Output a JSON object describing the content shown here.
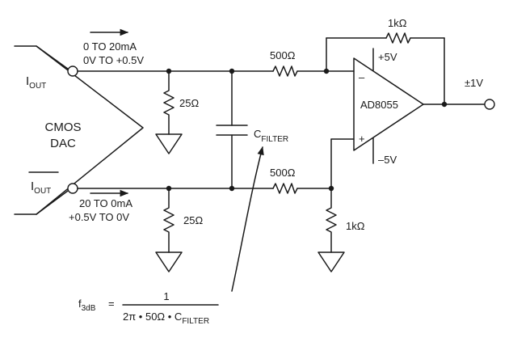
{
  "dac": {
    "label_line1": "CMOS",
    "label_line2": "DAC",
    "iout": {
      "main": "I",
      "sub": "OUT"
    },
    "iout_bar": {
      "main": "I",
      "sub": "OUT"
    }
  },
  "top_path": {
    "current": "0 TO 20mA",
    "voltage": "0V TO +0.5V"
  },
  "bottom_path": {
    "current": "20 TO 0mA",
    "voltage": "+0.5V TO 0V"
  },
  "components": {
    "r_top_shunt": "25Ω",
    "r_bottom_shunt": "25Ω",
    "r_top_series": "500Ω",
    "r_bottom_series": "500Ω",
    "r_feedback": "1kΩ",
    "r_ground": "1kΩ",
    "cfilter": {
      "main": "C",
      "sub": "FILTER"
    }
  },
  "opamp": {
    "part": "AD8055",
    "supply_pos": "+5V",
    "supply_neg": "–5V",
    "input_minus": "–",
    "input_plus": "+"
  },
  "output": {
    "label": "±1V"
  },
  "formula": {
    "lhs_main": "f",
    "lhs_sub": "3dB",
    "equals": "=",
    "numerator": "1",
    "denominator_main": "2π • 50Ω • C",
    "denominator_sub": "FILTER"
  }
}
